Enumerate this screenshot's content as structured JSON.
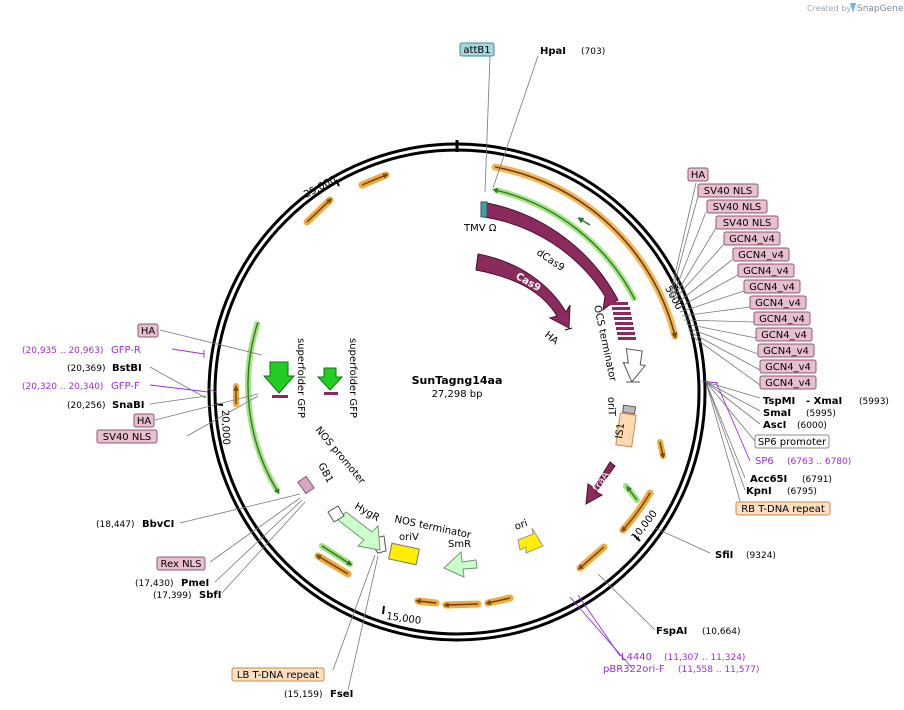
{
  "header": {
    "created_by": "Created by",
    "brand": "SnapGene"
  },
  "plasmid": {
    "name": "SunTagng14aa",
    "length": "27,298 bp"
  },
  "ticks": [
    "5000",
    "10,000",
    "15,000",
    "20,000",
    "25,000"
  ],
  "features": {
    "tmv": "TMV Ω",
    "dcas9": "dCas9",
    "cas9": "Cas9",
    "ha_inner": "HA",
    "ocs": "OCS terminator",
    "orit": "oriT",
    "is1": "IS1",
    "traa": "traA",
    "ori": "ori",
    "smr": "SmR",
    "oriv": "oriV",
    "nos_term": "NOS terminator",
    "hygr": "HygR",
    "gb1": "GB1",
    "nos_prom": "NOS promoter",
    "sfgfp1": "superfolder GFP",
    "sfgfp2": "superfolder GFP"
  },
  "right_boxes": [
    "HA",
    "SV40 NLS",
    "SV40 NLS",
    "SV40 NLS",
    "GCN4_v4",
    "GCN4_v4",
    "GCN4_v4",
    "GCN4_v4",
    "GCN4_v4",
    "GCN4_v4",
    "GCN4_v4",
    "GCN4_v4",
    "GCN4_v4",
    "GCN4_v4"
  ],
  "top_labels": {
    "attb1": "attB1",
    "hpai": "HpaI",
    "hpai_pos": "(703)"
  },
  "right_sites": {
    "tspmi": "TspMI",
    "xmai": "- XmaI",
    "tspmi_pos": "(5993)",
    "smai": "SmaI",
    "smai_pos": "(5995)",
    "asci": "AscI",
    "asci_pos": "(6000)",
    "sp6_promoter": "SP6 promoter",
    "sp6": "SP6",
    "sp6_pos": "(6763 .. 6780)",
    "acc65i": "Acc65I",
    "acc65i_pos": "(6791)",
    "kpni": "KpnI",
    "kpni_pos": "(6795)",
    "rb": "RB T-DNA repeat",
    "sfii": "SfiI",
    "sfii_pos": "(9324)",
    "fspai": "FspAI",
    "fspai_pos": "(10,664)",
    "l4440": "L4440",
    "l4440_pos": "(11,307 .. 11,324)",
    "pbr": "pBR322ori-F",
    "pbr_pos": "(11,558 .. 11,577)"
  },
  "left_sites": {
    "ha1": "HA",
    "gfpr": "GFP-R",
    "gfpr_pos": "(20,935 .. 20,963)",
    "bstbi": "BstBI",
    "bstbi_pos": "(20,369)",
    "gfpf": "GFP-F",
    "gfpf_pos": "(20,320 .. 20,340)",
    "snabi": "SnaBI",
    "snabi_pos": "(20,256)",
    "ha2": "HA",
    "sv40": "SV40 NLS",
    "bbvci": "BbvCI",
    "bbvci_pos": "(18,447)",
    "rexnls": "Rex NLS",
    "pmei": "PmeI",
    "pmei_pos": "(17,430)",
    "sbfi": "SbfI",
    "sbfi_pos": "(17,399)",
    "lb": "LB T-DNA repeat",
    "fsei": "FseI",
    "fsei_pos": "(15,159)"
  },
  "colors": {
    "cas": "#8b2a5c",
    "green": "#1f8f1f",
    "orange": "#e6a030",
    "gfp": "#22cc22",
    "ori": "#ffee00",
    "hyg": "#ccffcc",
    "pink": "#e8bfd1",
    "tan": "#ffe0c2",
    "teal": "#a6d6de",
    "primer": "#9c2dd6"
  }
}
